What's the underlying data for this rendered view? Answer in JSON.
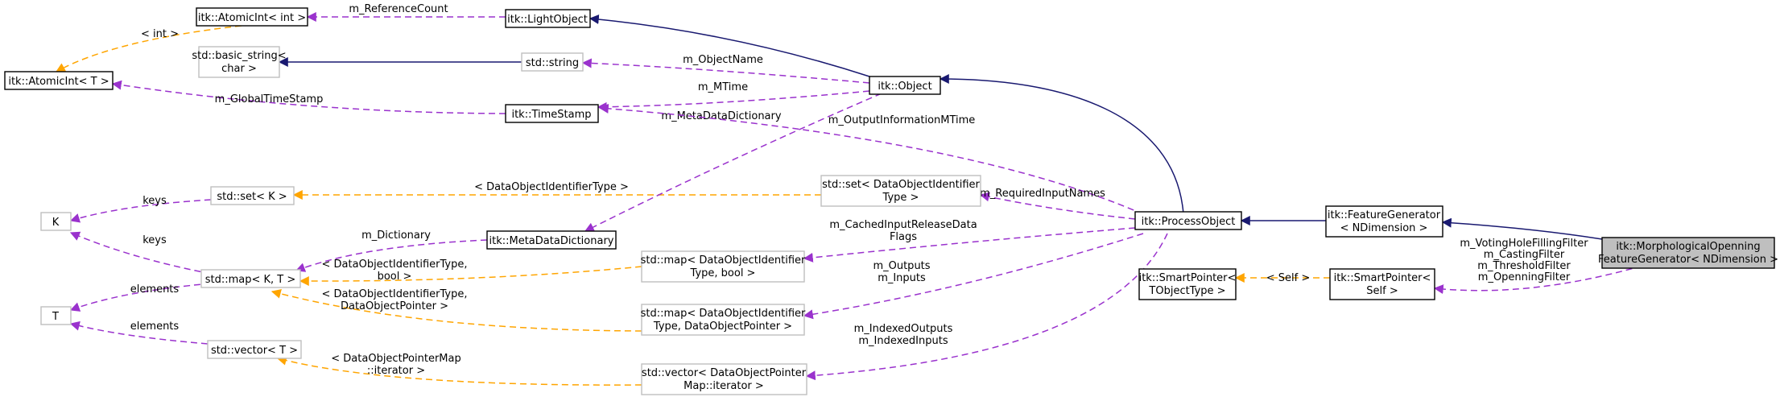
{
  "nodes": {
    "atomicint_t": "itk::AtomicInt< T >",
    "atomicint_int": "itk::AtomicInt< int >",
    "lightobject": "itk::LightObject",
    "basic_string": [
      "std::basic_string<",
      "char >"
    ],
    "std_string": "std::string",
    "object": "itk::Object",
    "timestamp": "itk::TimeStamp",
    "k": "K",
    "t": "T",
    "set_k": "std::set< K >",
    "map_kt": "std::map< K, T >",
    "vector_t": "std::vector< T >",
    "metadatadictionary": "itk::MetaDataDictionary",
    "set_doit": [
      "std::set< DataObjectIdentifier",
      "Type >"
    ],
    "map_doit_bool": [
      "std::map< DataObjectIdentifier",
      "Type, bool >"
    ],
    "map_doit_dop": [
      "std::map< DataObjectIdentifier",
      "Type, DataObjectPointer >"
    ],
    "vector_dop": [
      "std::vector< DataObjectPointer",
      "Map::iterator >"
    ],
    "processobject": "itk::ProcessObject",
    "featuregenerator": [
      "itk::FeatureGenerator",
      "< NDimension >"
    ],
    "smartpointer_t": [
      "itk::SmartPointer<",
      "TObjectType >"
    ],
    "smartpointer_self": [
      "itk::SmartPointer<",
      "Self >"
    ],
    "morph": [
      "itk::MorphologicalOpenning",
      "FeatureGenerator< NDimension >"
    ]
  },
  "edges": {
    "int_tmpl": "< int >",
    "refcount": "m_ReferenceCount",
    "objname": "m_ObjectName",
    "mtime": "m_MTime",
    "globaltimestamp": "m_GlobalTimeStamp",
    "metadatadict": "m_MetaDataDictionary",
    "outputinfomtime": "m_OutputInformationMTime",
    "doit_tmpl": "< DataObjectIdentifierType >",
    "keys1": "keys",
    "keys2": "keys",
    "dictionary": "m_Dictionary",
    "requiredinputnames": "m_RequiredInputNames",
    "cachedflags": [
      "m_CachedInputReleaseData",
      "Flags"
    ],
    "elements1": "elements",
    "elements2": "elements",
    "doit_bool_tmpl": [
      "< DataObjectIdentifierType,",
      "bool >"
    ],
    "outputs_inputs": [
      "m_Outputs",
      "m_Inputs"
    ],
    "doit_dop_tmpl": [
      "< DataObjectIdentifierType,",
      "DataObjectPointer >"
    ],
    "indexed": [
      "m_IndexedOutputs",
      "m_IndexedInputs"
    ],
    "dopmap_tmpl": [
      "< DataObjectPointerMap",
      "::iterator >"
    ],
    "self_tmpl": "< Self >",
    "filters": [
      "m_VotingHoleFillingFilter",
      "m_CastingFilter",
      "m_ThresholdFilter",
      "m_OpenningFilter"
    ]
  },
  "colors": {
    "inheritance": "#191970",
    "member": "#9a32cd",
    "template": "#ffa500",
    "highlight_fill": "#bfbfbf",
    "gray_border": "#bfbfbf"
  }
}
